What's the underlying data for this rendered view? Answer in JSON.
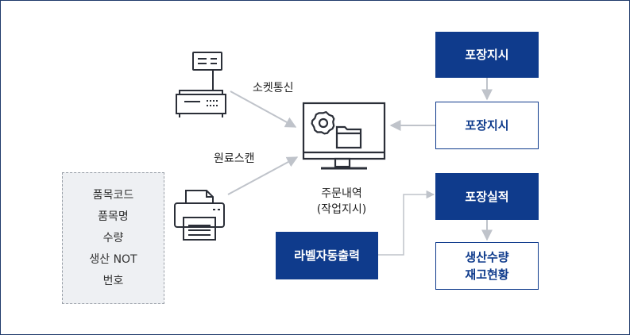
{
  "colors": {
    "navy": "#0f3b8c",
    "arrow": "#bfc3ca",
    "icon": "#2b2f38"
  },
  "labels": {
    "socket": "소켓통신",
    "scan": "원료스캔",
    "center_line1": "주문내역",
    "center_line2": "(작업지시)"
  },
  "data_fields": [
    "품목코드",
    "품목명",
    "수량",
    "생산 NOT",
    "번호"
  ],
  "boxes": {
    "pack_order_top": "포장지시",
    "pack_order": "포장지시",
    "pack_result": "포장실적",
    "label_print": "라벨자동출력",
    "prod_qty_line1": "생산수량",
    "prod_qty_line2": "재고현황"
  },
  "icons": {
    "scale": "scale-icon",
    "printer": "printer-icon",
    "monitor": "monitor-gear-folder-icon"
  }
}
